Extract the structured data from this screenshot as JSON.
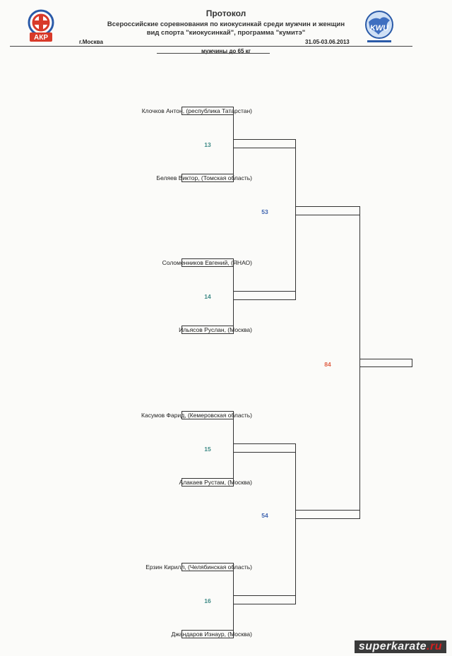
{
  "header": {
    "title": "Протокол",
    "line1": "Всероссийские соревнования по киокусинкай среди мужчин и женщин",
    "line2": "вид спорта \"киокусинкай\", программа \"кумитэ\"",
    "city": "г.Москва",
    "dates": "31.05-03.06.2013",
    "category": "мужчины до 65 кг"
  },
  "logos": {
    "left": {
      "text": "АКР",
      "color": "#d83a2a",
      "ring": "#2a5aa8"
    },
    "right": {
      "text": "KWU",
      "color": "#2a5aa8"
    }
  },
  "participants": [
    "Клочков Антон, (республика Татарстан)",
    "Беляев Виктор, (Томская область)",
    "Соломенников  Евгений, (ЯНАО)",
    "Ильясов  Руслан, (Москва)",
    "Касумов  Фарид, (Кемеровская область)",
    "Алакаев  Рустам, (Москва)",
    "Ерзин  Кирилл, (Челябинская область)",
    "Джандаров  Изнаур, (Москва)"
  ],
  "fights": {
    "round1": [
      "13",
      "14",
      "15",
      "16"
    ],
    "semis": [
      "53",
      "54"
    ],
    "final": "84"
  },
  "watermark": {
    "main": "superkarate",
    "tld": ".ru"
  }
}
